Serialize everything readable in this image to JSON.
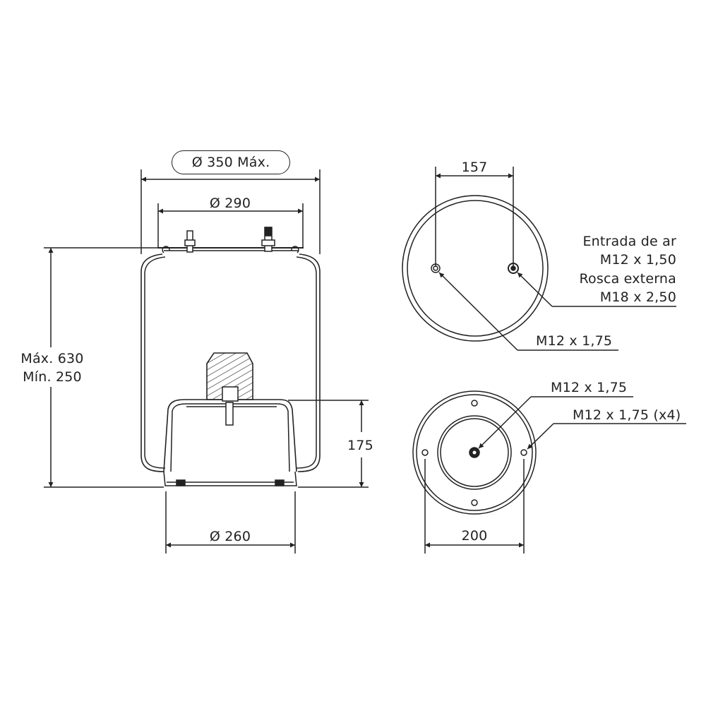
{
  "side_view": {
    "max_diameter": "Ø 350 Máx.",
    "top_plate_diameter": "Ø 290",
    "height_max": "Máx. 630",
    "height_min": "Mín. 250",
    "piston_height": "175",
    "piston_diameter": "Ø 260"
  },
  "top_view": {
    "stud_spacing": "157",
    "air_inlet_title": "Entrada de ar",
    "air_inlet_thread": "M12 x 1,50",
    "external_thread_title": "Rosca externa",
    "external_thread": "M18 x 2,50",
    "stud_thread": "M12 x 1,75"
  },
  "bottom_view": {
    "center_thread": "M12 x 1,75",
    "bolt_thread": "M12 x 1,75 (x4)",
    "bolt_circle": "200"
  },
  "colors": {
    "line": "#222222",
    "background": "#ffffff"
  }
}
